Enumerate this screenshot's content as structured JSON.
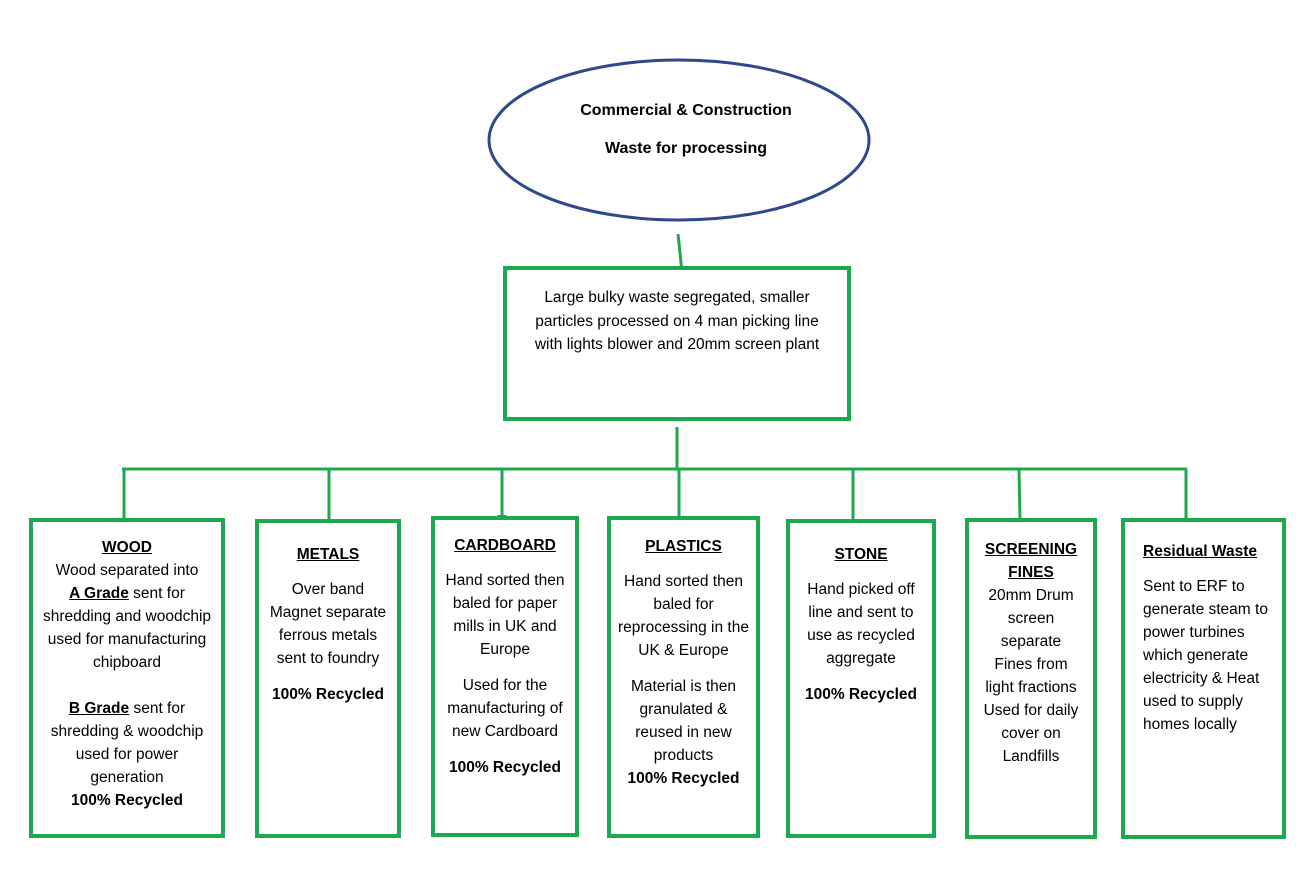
{
  "diagram": {
    "colors": {
      "ellipse_border": "#2f4a8c",
      "box_border": "#1fa94f",
      "connector": "#1fa94f"
    },
    "root": {
      "line1": "Commercial & Construction",
      "line2": "Waste for processing"
    },
    "process": {
      "text": "Large bulky waste segregated, smaller particles processed on 4 man picking line with lights blower and 20mm screen plant"
    },
    "outputs": {
      "wood": {
        "title": "WOOD",
        "intro": "Wood separated into",
        "a_grade": "A Grade",
        "a_text": "sent for shredding and woodchip used for manufacturing chipboard",
        "b_grade": "B Grade",
        "b_text": "sent for shredding & woodchip used for power generation",
        "result": "100% Recycled"
      },
      "metals": {
        "title": "METALS",
        "text": "Over band Magnet separate ferrous metals sent to foundry",
        "result": "100% Recycled"
      },
      "cardboard": {
        "title": "CARDBOARD",
        "text1": "Hand sorted then baled for paper mills in UK and Europe",
        "text2": "Used for the manufacturing of new Cardboard",
        "result": "100% Recycled"
      },
      "plastics": {
        "title": "PLASTICS",
        "text1": "Hand sorted then baled for reprocessing in the UK & Europe",
        "text2": "Material is then granulated & reused in new products",
        "result": "100% Recycled"
      },
      "stone": {
        "title": "STONE",
        "text": "Hand picked off line and sent to use as recycled aggregate",
        "result": "100% Recycled"
      },
      "screening": {
        "title": "SCREENING FINES",
        "text": "20mm Drum screen separate Fines from light fractions Used for daily cover on Landfills"
      },
      "residual": {
        "title": "Residual Waste",
        "text": "Sent to ERF to generate steam to power turbines which generate electricity & Heat used to supply homes locally"
      }
    }
  }
}
